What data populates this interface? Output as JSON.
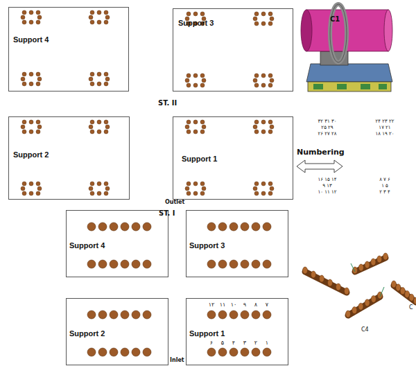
{
  "diagram": {
    "nodes": [
      {
        "text": [
          "Support 4"
        ]
      },
      {
        "text": [
          "Support 3"
        ]
      },
      {
        "text": [
          "Support 2"
        ]
      },
      {
        "text": [
          "Support 1"
        ]
      },
      {
        "text": [
          "Support 4"
        ]
      },
      {
        "text": [
          "Support 3"
        ]
      },
      {
        "text": [
          "Support 2"
        ]
      },
      {
        "text": [
          "Support 1"
        ]
      }
    ],
    "labels": [
      "ST. II",
      "ST. I",
      "C1",
      "Numbering",
      "۳۲ ۳۱ ۳۰",
      "۲۵    ۲۹",
      "۲۶ ۲۷ ۲۸",
      "۲۴ ۲۳ ۲۲",
      "۱۷    ۲۱",
      "۱۸ ۱۹ ۲۰",
      "۱۶ ۱۵ ۱۴",
      "۹    ۱۳",
      "۱۰ ۱۱ ۱۲",
      "۸ ۷ ۶",
      "۱    ۵",
      "۲ ۳ ۴",
      "Outlet",
      "Inlet",
      "۱۲",
      "۱۱",
      "۱۰",
      "۹",
      "۸",
      "۷",
      "۶",
      "۵",
      "۴",
      "۳",
      "۲",
      "۱",
      "C4",
      "C"
    ]
  }
}
